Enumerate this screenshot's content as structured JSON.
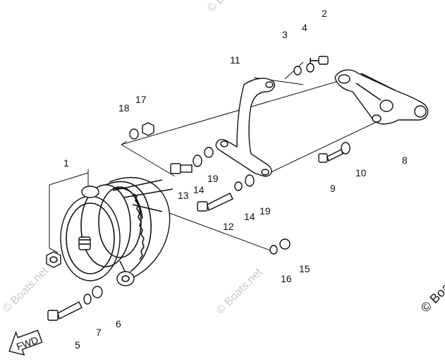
{
  "diagram": {
    "part_labels": [
      "1",
      "2",
      "3",
      "4",
      "5",
      "6",
      "7",
      "8",
      "9",
      "10",
      "11",
      "12",
      "13",
      "14",
      "14",
      "15",
      "16",
      "17",
      "18",
      "19",
      "19"
    ],
    "watermark": "© Boats.net",
    "fwd_label": "FWD"
  },
  "colors": {
    "line": "#111111",
    "watermark": "#c8c8c8",
    "background": "#ffffff"
  }
}
